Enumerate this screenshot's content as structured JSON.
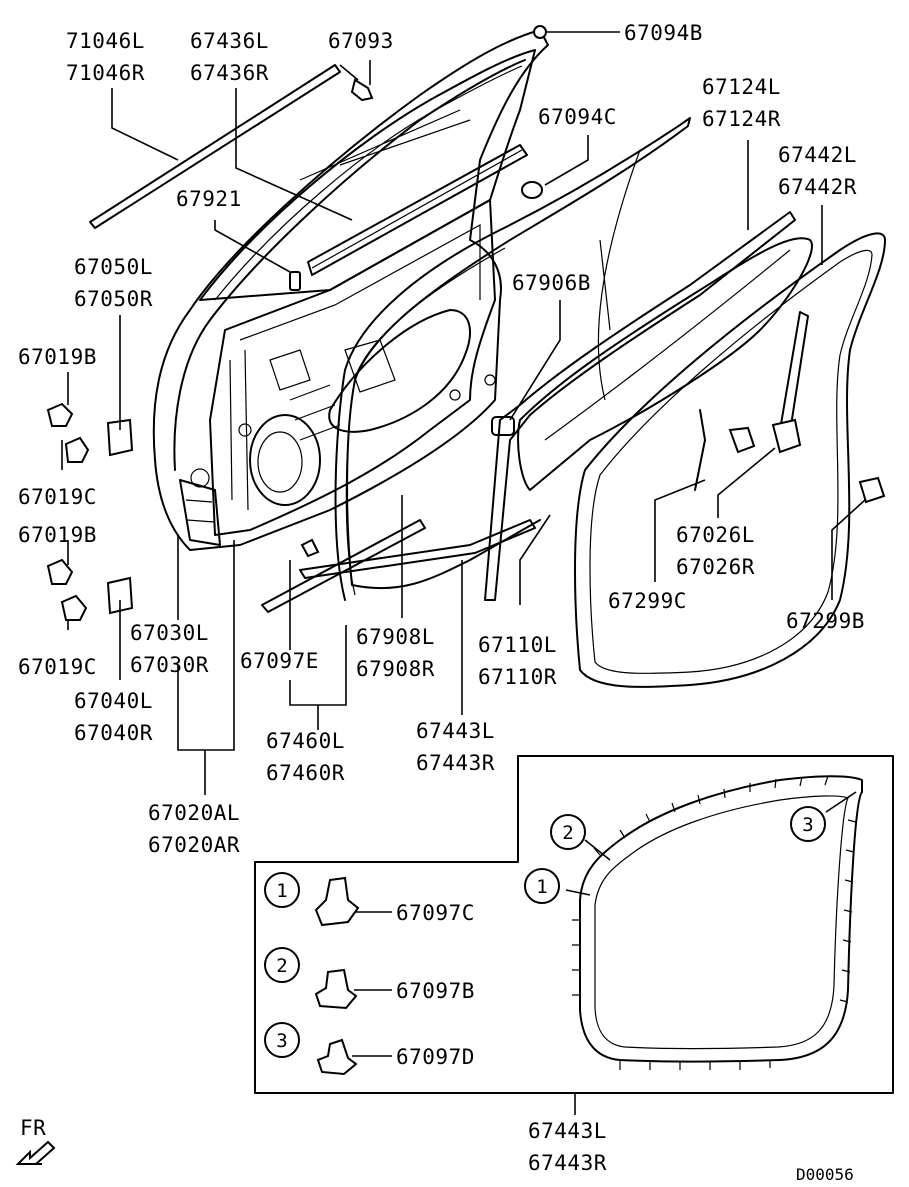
{
  "labels": {
    "p71046L": "71046L",
    "p71046R": "71046R",
    "p67436L": "67436L",
    "p67436R": "67436R",
    "p67093": "67093",
    "p67094B": "67094B",
    "p67094C": "67094C",
    "p67124L": "67124L",
    "p67124R": "67124R",
    "p67442L": "67442L",
    "p67442R": "67442R",
    "p67921": "67921",
    "p67050L": "67050L",
    "p67050R": "67050R",
    "p67906B": "67906B",
    "p67019B_1": "67019B",
    "p67019C_1": "67019C",
    "p67019B_2": "67019B",
    "p67019C_2": "67019C",
    "p67026L": "67026L",
    "p67026R": "67026R",
    "p67299C": "67299C",
    "p67299B": "67299B",
    "p67030L": "67030L",
    "p67030R": "67030R",
    "p67097E": "67097E",
    "p67908L": "67908L",
    "p67908R": "67908R",
    "p67110L": "67110L",
    "p67110R": "67110R",
    "p67040L": "67040L",
    "p67040R": "67040R",
    "p67460L": "67460L",
    "p67460R": "67460R",
    "p67443L_1": "67443L",
    "p67443R_1": "67443R",
    "p67020AL": "67020AL",
    "p67020AR": "67020AR",
    "p67097C": "67097C",
    "p67097B": "67097B",
    "p67097D": "67097D",
    "p67443L_2": "67443L",
    "p67443R_2": "67443R"
  },
  "callouts": [
    "1",
    "2",
    "3"
  ],
  "fr": "FR",
  "code": "D00056"
}
